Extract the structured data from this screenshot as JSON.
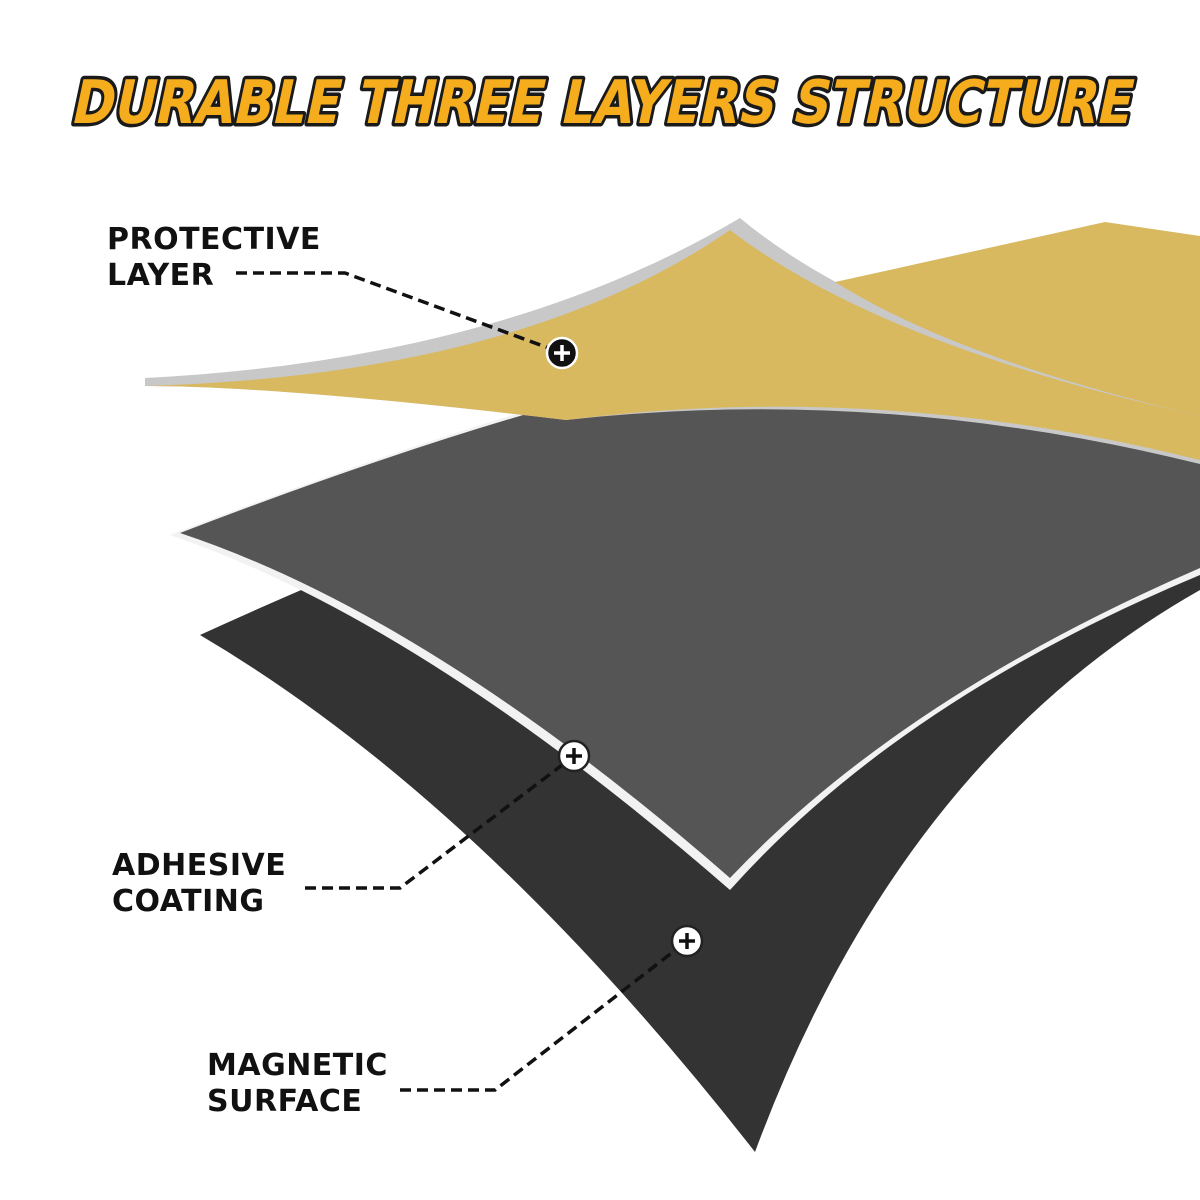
{
  "title": "DURABLE THREE LAYERS STRUCTURE",
  "colors": {
    "title_fill": "#f5ad1e",
    "title_stroke": "#1a1a1a",
    "protective_layer": "#d8b960",
    "protective_edge": "#c8c8c8",
    "adhesive_layer": "#555555",
    "adhesive_edge": "#f2f2f2",
    "magnetic_surface": "#333333",
    "callout_line": "#111111"
  },
  "layers": [
    {
      "line1": "PROTECTIVE",
      "line2": "LAYER",
      "marker_icon": "plus-circle-icon",
      "marker_style": "dark"
    },
    {
      "line1": "ADHESIVE",
      "line2": "COATING",
      "marker_icon": "plus-circle-icon",
      "marker_style": "light"
    },
    {
      "line1": "MAGNETIC",
      "line2": "SURFACE",
      "marker_icon": "plus-circle-icon",
      "marker_style": "light"
    }
  ]
}
